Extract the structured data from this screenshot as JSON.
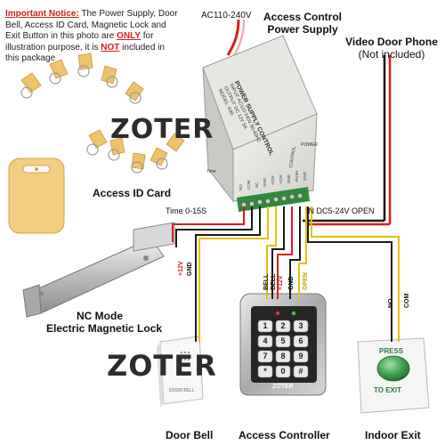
{
  "notice": {
    "heading": "Important Notice:",
    "text_a": " The Power Supply, Door Bell, Access ID Card, Magnetic Lock and Exit Button in this photo are ",
    "only": "ONLY",
    "text_b": " for illustration purpose, it is ",
    "not": "NOT",
    "text_c": " included in this package"
  },
  "brand": "ZOTER",
  "labels": {
    "ac_input": "AC110-240V",
    "power_supply_l1": "Access Control",
    "power_supply_l2": "Power Supply",
    "video_phone_l1": "Video Door Phone",
    "video_phone_l2": "(Not included)",
    "access_id_card": "Access ID Card",
    "time_delay": "Time 0-15S",
    "in_dc": "IN DC5-24V OPEN",
    "nc_mode_l1": "NC Mode",
    "nc_mode_l2": "Electric Magnetic Lock",
    "door_bell": "Door Bell",
    "access_controller": "Access Controller",
    "indoor_exit": "Indoor Exit"
  },
  "power_supply_device": {
    "title": "POWER SUPPLY CONTROL",
    "input": "INPUT: AC110-240V 50-60HZ",
    "output": "OUTPUT: DC 12V 3A",
    "model": "MODEL: K80",
    "terminals": [
      "NO",
      "COM",
      "NC",
      "GND",
      "+12V",
      "+12V",
      "GND",
      "PUSH",
      "GND"
    ],
    "control": "CONTROL",
    "power": "POWER",
    "time": "Time"
  },
  "wire_labels": {
    "lock_plus": "+12V",
    "lock_minus": "GND",
    "bell1": "BELL",
    "bell2": "BELL",
    "ctrl_plus": "+12V",
    "ctrl_gnd": "GND",
    "ctrl_open": "OPEN",
    "exit_no": "NO",
    "exit_com": "COM"
  },
  "keypad": {
    "keys": [
      "1",
      "2",
      "3",
      "4",
      "5",
      "6",
      "7",
      "8",
      "9",
      "*",
      "0",
      "#"
    ],
    "brand": "ZOTER"
  },
  "door_bell_device": {
    "label": "DOOR BELL"
  },
  "exit_button": {
    "top": "PRESS",
    "bottom": "TO EXIT"
  },
  "colors": {
    "notice_red": "#d42020",
    "wire_red": "#d81e1e",
    "wire_black": "#1a1a1a",
    "wire_yellow": "#e8c000",
    "wire_green": "#2f8a3a",
    "card_tag": "#f0c26a",
    "exit_green": "#3a9e4c"
  }
}
